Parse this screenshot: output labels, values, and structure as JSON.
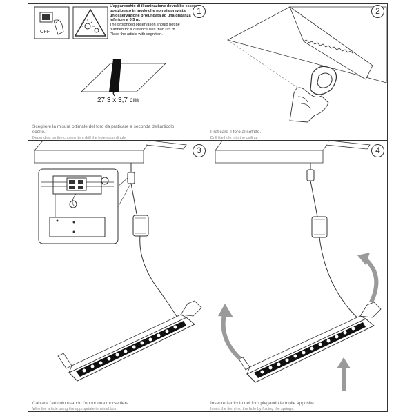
{
  "steps": [
    {
      "number": "1",
      "caption_it": "Scegliere la misura ottimale del foro da praticare a seconda dell'articolo",
      "caption_it_2": "scelto.",
      "caption_en": "Depending on the chosen item drill the hole accordingly."
    },
    {
      "number": "2",
      "caption_it": "Praticare il foro al soffitto.",
      "caption_en": "Drill the hole into the ceiling."
    },
    {
      "number": "3",
      "caption_it": "Cablare l'articolo usando l'opportuna morsettiera.",
      "caption_en": "Wire the article using the appropriate terminal box."
    },
    {
      "number": "4",
      "caption_it": "Inserire l'articolo nel foro piegando le molle apposite.",
      "caption_en": "Insert the item into the hole by folding the springs."
    }
  ],
  "warning": {
    "it": "L'apparecchio di illuminazione dovrebbe essere posizionato in modo che non sia prevista un'osservazione prolungata ad una distanza inferiore a 0,5 m.",
    "en_1": "The prolonged observation should not be",
    "en_2": "planned for a distance less than 0,5 m.",
    "en_3": "Place the article with cognition."
  },
  "switch_icon_label": "OFF",
  "cutout_dimension": "27,3 x 3,7 cm",
  "colors": {
    "line": "#333333",
    "arrow": "#9a9a9a",
    "text": "#444444"
  },
  "icons": [
    "power-off-icon",
    "light-warning-icon"
  ]
}
